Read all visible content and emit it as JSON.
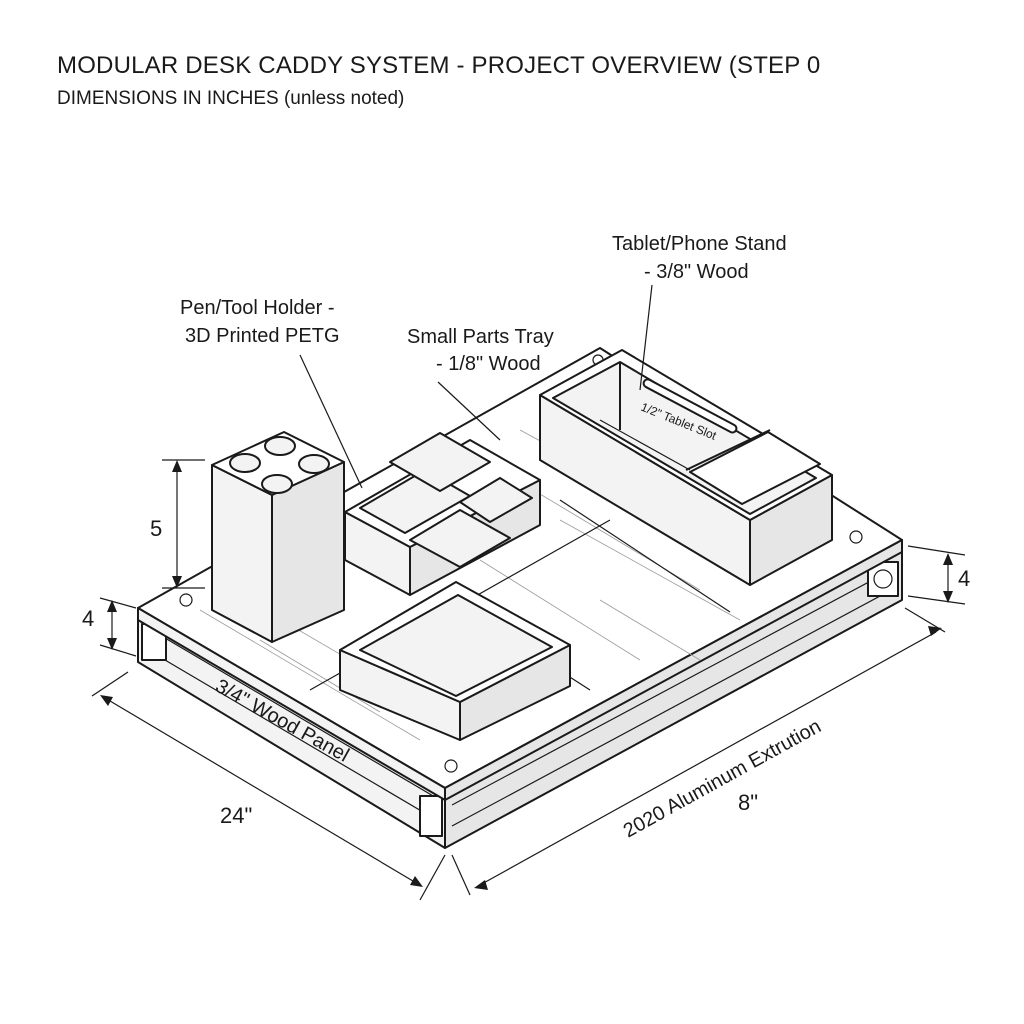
{
  "header": {
    "title": "MODULAR DESK CADDY SYSTEM - PROJECT OVERVIEW (STEP 0",
    "subtitle": "DIMENSIONS IN INCHES (unless noted)"
  },
  "callouts": {
    "tablet_stand_line1": "Tablet/Phone Stand",
    "tablet_stand_line2": "- 3/8\" Wood",
    "pen_holder_line1": "Pen/Tool Holder -",
    "pen_holder_line2": "3D Printed PETG",
    "parts_tray_line1": "Small Parts Tray",
    "parts_tray_line2": "- 1/8\" Wood",
    "tablet_slot": "1/2\" Tablet Slot",
    "wood_panel": "3/4\" Wood Panel",
    "extrusion": "2020 Aluminum Extrution"
  },
  "dimensions": {
    "pen_height": "5",
    "left_height": "4",
    "right_height": "4",
    "width": "24\"",
    "depth": "8\""
  }
}
